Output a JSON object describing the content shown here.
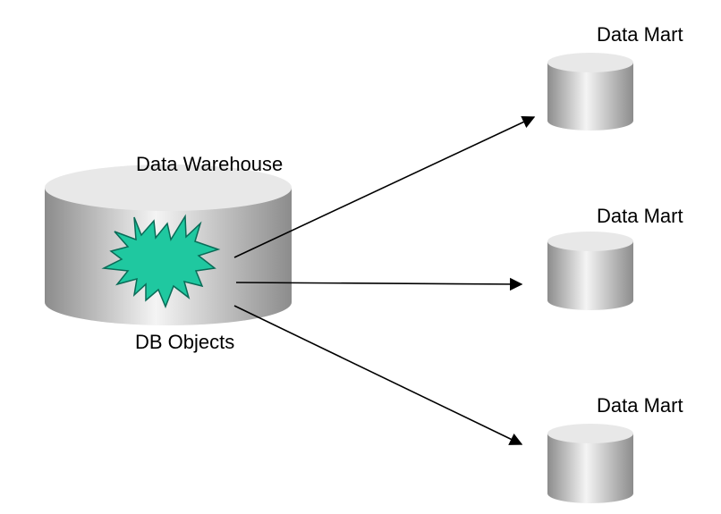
{
  "warehouse": {
    "label": "Data Warehouse",
    "objects_label": "DB Objects"
  },
  "marts": [
    {
      "label": "Data Mart"
    },
    {
      "label": "Data Mart"
    },
    {
      "label": "Data Mart"
    }
  ],
  "colors": {
    "cylinder_dark": "#8c8c8c",
    "cylinder_light": "#f2f2f2",
    "cylinder_top": "#e8e8e8",
    "starburst": "#1fc8a0",
    "arrow": "#000000"
  },
  "icons": {
    "objects": "starburst-icon"
  }
}
